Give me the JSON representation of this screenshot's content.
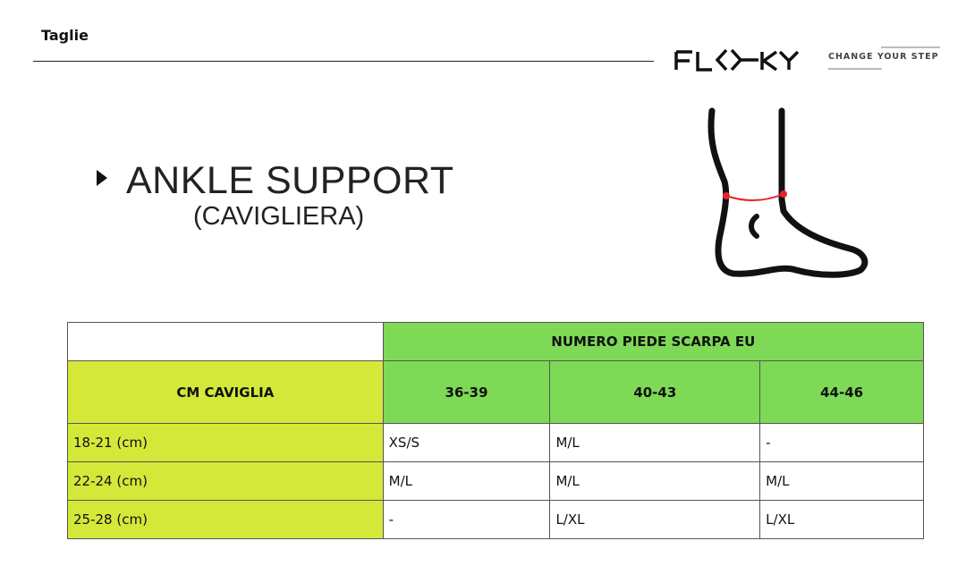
{
  "section_title": "Taglie",
  "brand": {
    "logo": "FLOKY",
    "tagline": "CHANGE YOUR STEP"
  },
  "product": {
    "title": "ANKLE SUPPORT",
    "subtitle": "(CAVIGLIERA)"
  },
  "colors": {
    "green": "#7ed957",
    "lime": "#d4e83a",
    "measure_line": "#e8242b"
  },
  "table": {
    "group_header": "NUMERO PIEDE SCARPA EU",
    "row_header": "CM CAVIGLIA",
    "columns": [
      "36-39",
      "40-43",
      "44-46"
    ],
    "rows": [
      {
        "label": "18-21 (cm)",
        "cells": [
          "XS/S",
          "M/L",
          "-"
        ]
      },
      {
        "label": "22-24 (cm)",
        "cells": [
          "M/L",
          "M/L",
          "M/L"
        ]
      },
      {
        "label": "25-28 (cm)",
        "cells": [
          "-",
          "L/XL",
          "L/XL"
        ]
      }
    ]
  }
}
